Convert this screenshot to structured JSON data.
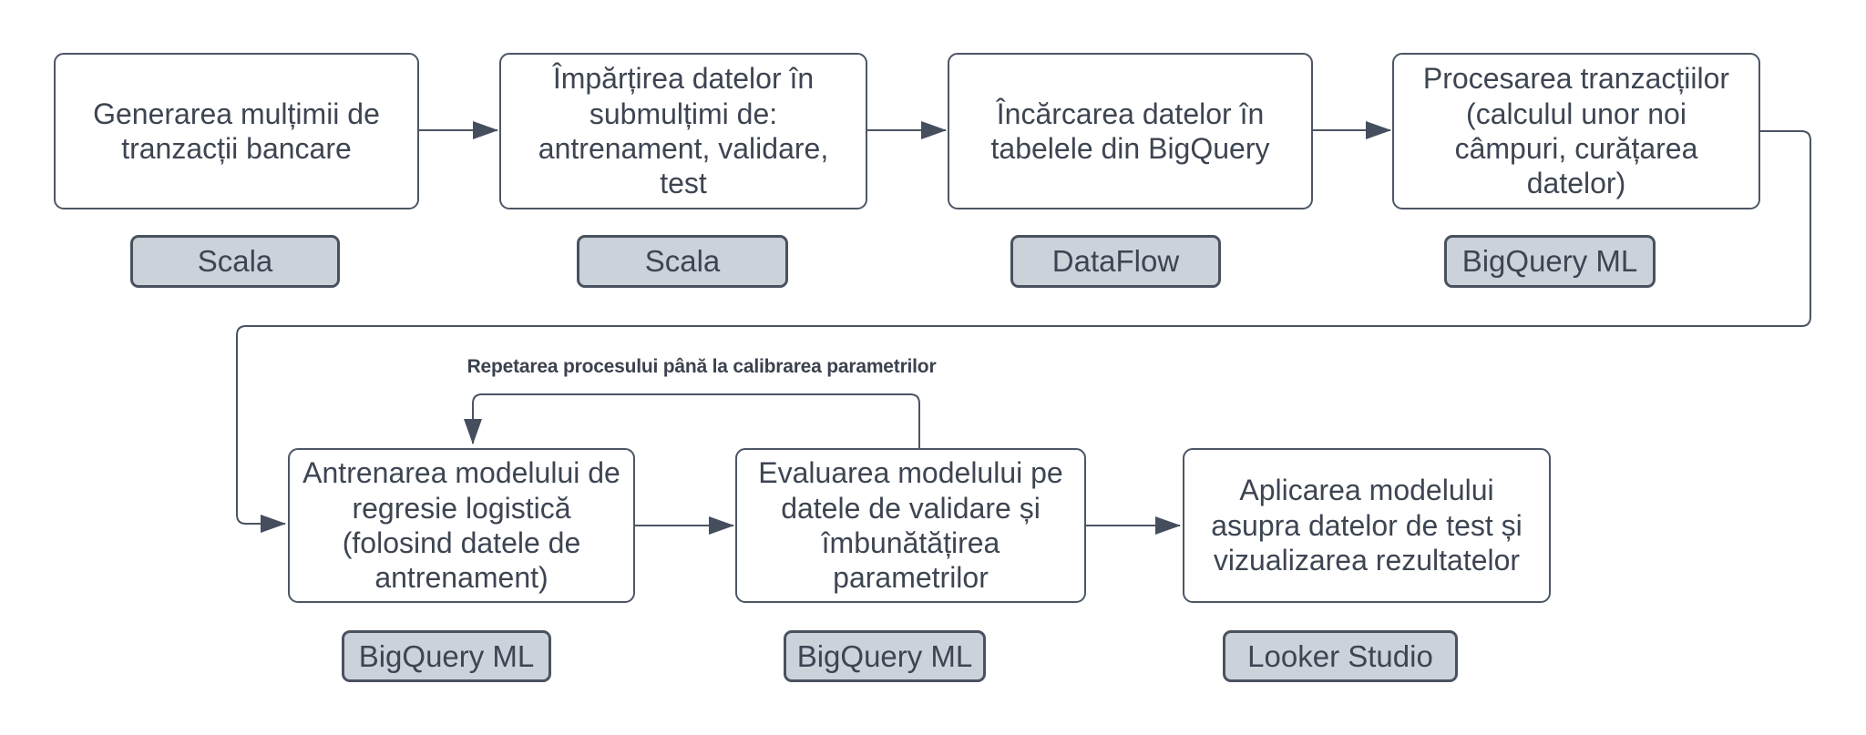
{
  "diagram": {
    "colors": {
      "line": "#4b5463",
      "text": "#3d4552",
      "box_fill": "#ffffff",
      "box_border": "#4d5665",
      "badge_fill": "#ccd2da",
      "badge_border": "#49525f"
    },
    "loop_label": "Repetarea procesului până la calibrarea parametrilor",
    "nodes": [
      {
        "label": "Generarea mulțimii de\ntranzacții bancare",
        "tool": "Scala"
      },
      {
        "label": "Împărțirea datelor în\nsubmulțimi de:\nantrenament, validare,\ntest",
        "tool": "Scala"
      },
      {
        "label": "Încărcarea datelor în\ntabelele din BigQuery",
        "tool": "DataFlow"
      },
      {
        "label": "Procesarea tranzacțiilor\n(calculul unor noi\ncâmpuri, curățarea\ndatelor)",
        "tool": "BigQuery ML"
      },
      {
        "label": "Antrenarea modelului de\nregresie logistică\n(folosind datele de\nantrenament)",
        "tool": "BigQuery ML"
      },
      {
        "label": "Evaluarea modelului pe\ndatele de validare și\nîmbunătățirea\nparametrilor",
        "tool": "BigQuery ML"
      },
      {
        "label": "Aplicarea modelului\nasupra datelor de test și\nvizualizarea rezultatelor",
        "tool": "Looker Studio"
      }
    ]
  }
}
